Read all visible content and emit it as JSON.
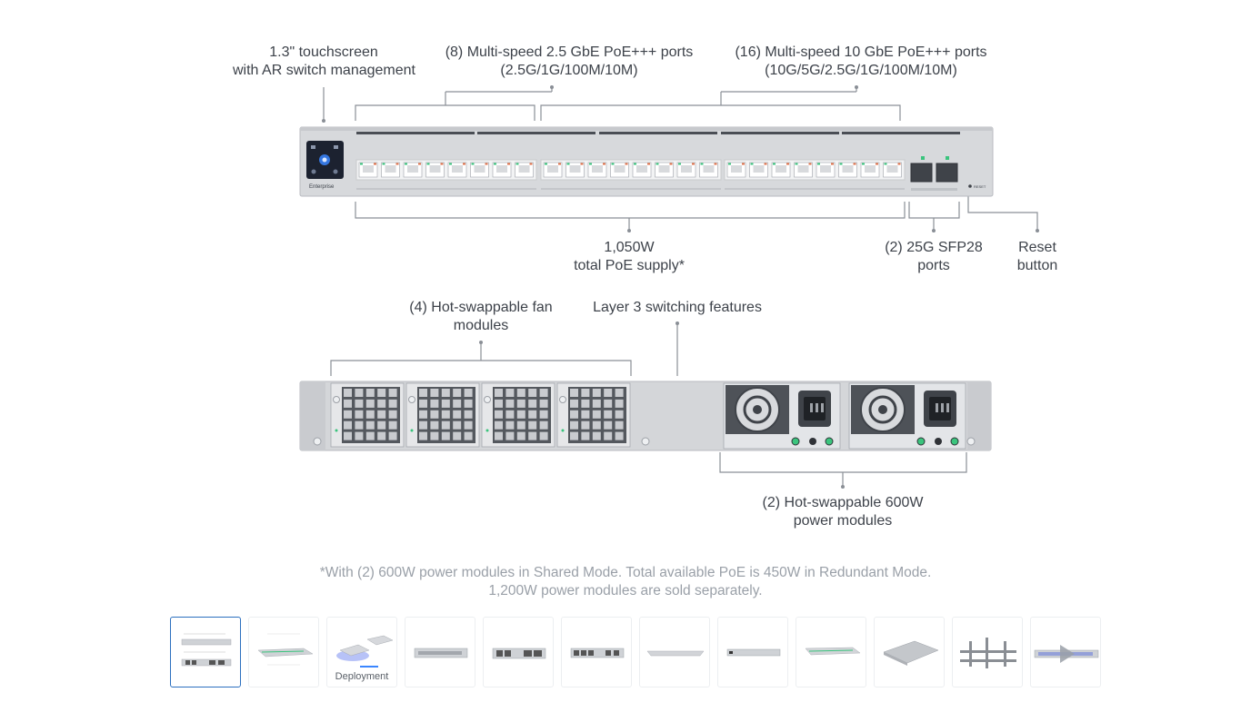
{
  "callouts": {
    "touchscreen": [
      "1.3\" touchscreen",
      "with AR switch management"
    ],
    "ports_25g": [
      "(8) Multi-speed 2.5 GbE PoE+++ ports",
      "(2.5G/1G/100M/10M)"
    ],
    "ports_10g": [
      "(16) Multi-speed 10 GbE PoE+++ ports",
      "(10G/5G/2.5G/1G/100M/10M)"
    ],
    "poe_supply": [
      "1,050W",
      "total PoE supply*"
    ],
    "sfp28": [
      "(2) 25G SFP28",
      "ports"
    ],
    "reset": [
      "Reset",
      "button"
    ],
    "fans": [
      "(4) Hot-swappable fan",
      "modules"
    ],
    "layer3": [
      "Layer 3 switching features"
    ],
    "power": [
      "(2) Hot-swappable 600W",
      "power modules"
    ]
  },
  "footnote": [
    "*With (2) 600W power modules in Shared Mode. Total available PoE is 450W in Redundant Mode.",
    "1,200W power modules are sold separately."
  ],
  "device": {
    "front_brand": "Enterprise",
    "reset_text": "RESET"
  },
  "gallery": {
    "selected_index": 0,
    "thumb_captions": [
      "",
      "",
      "Deployment",
      "",
      "",
      "",
      "",
      "",
      "",
      "",
      "",
      ""
    ]
  }
}
